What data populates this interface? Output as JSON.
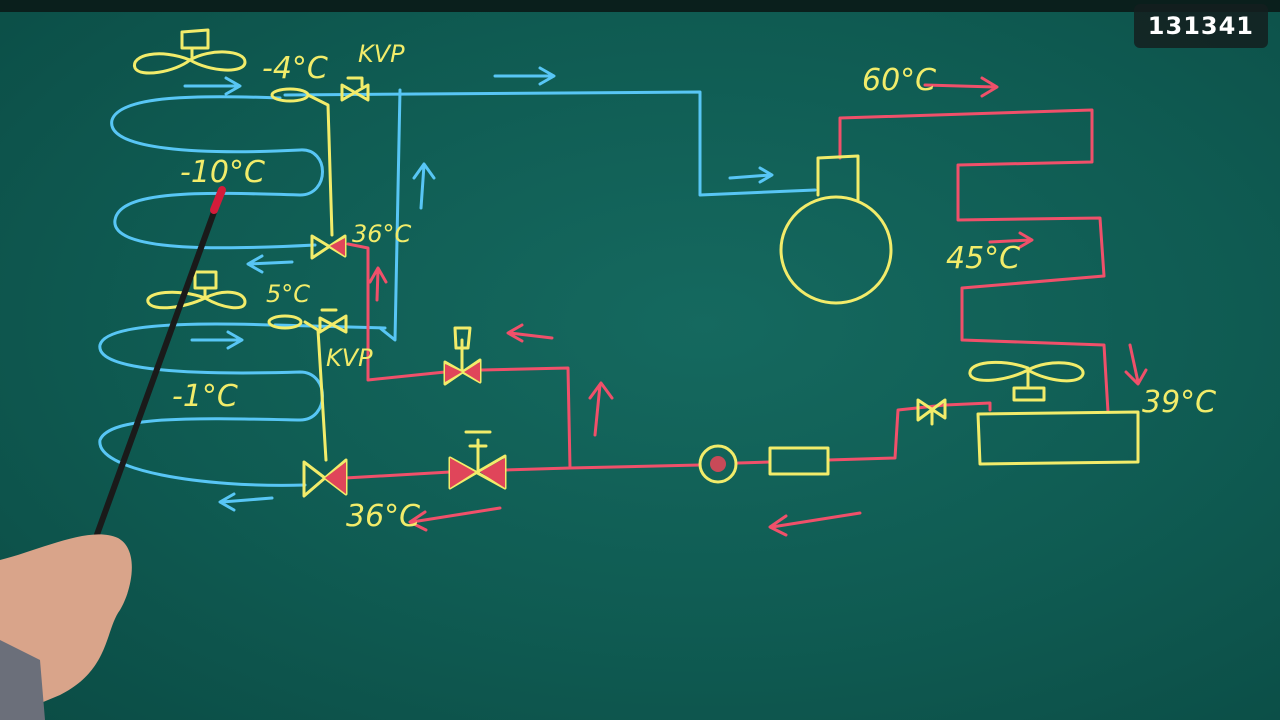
{
  "counter": "131341",
  "labels": {
    "evap1_outlet_temp": "-4°C",
    "kvp_top": "KVP",
    "evap1_temp": "-10°C",
    "valve1_temp": "36°C",
    "evap2_outlet_temp": "5°C",
    "kvp_bottom": "KVP",
    "evap2_temp": "-1°C",
    "valve2_temp": "36°C",
    "discharge_temp": "60°C",
    "condenser_temp": "45°C",
    "liquid_temp": "39°C"
  },
  "colors": {
    "board": "#0f5b52",
    "chalk_yellow": "#f2ec6a",
    "chalk_blue": "#58c6f5",
    "chalk_red": "#f0506a"
  }
}
